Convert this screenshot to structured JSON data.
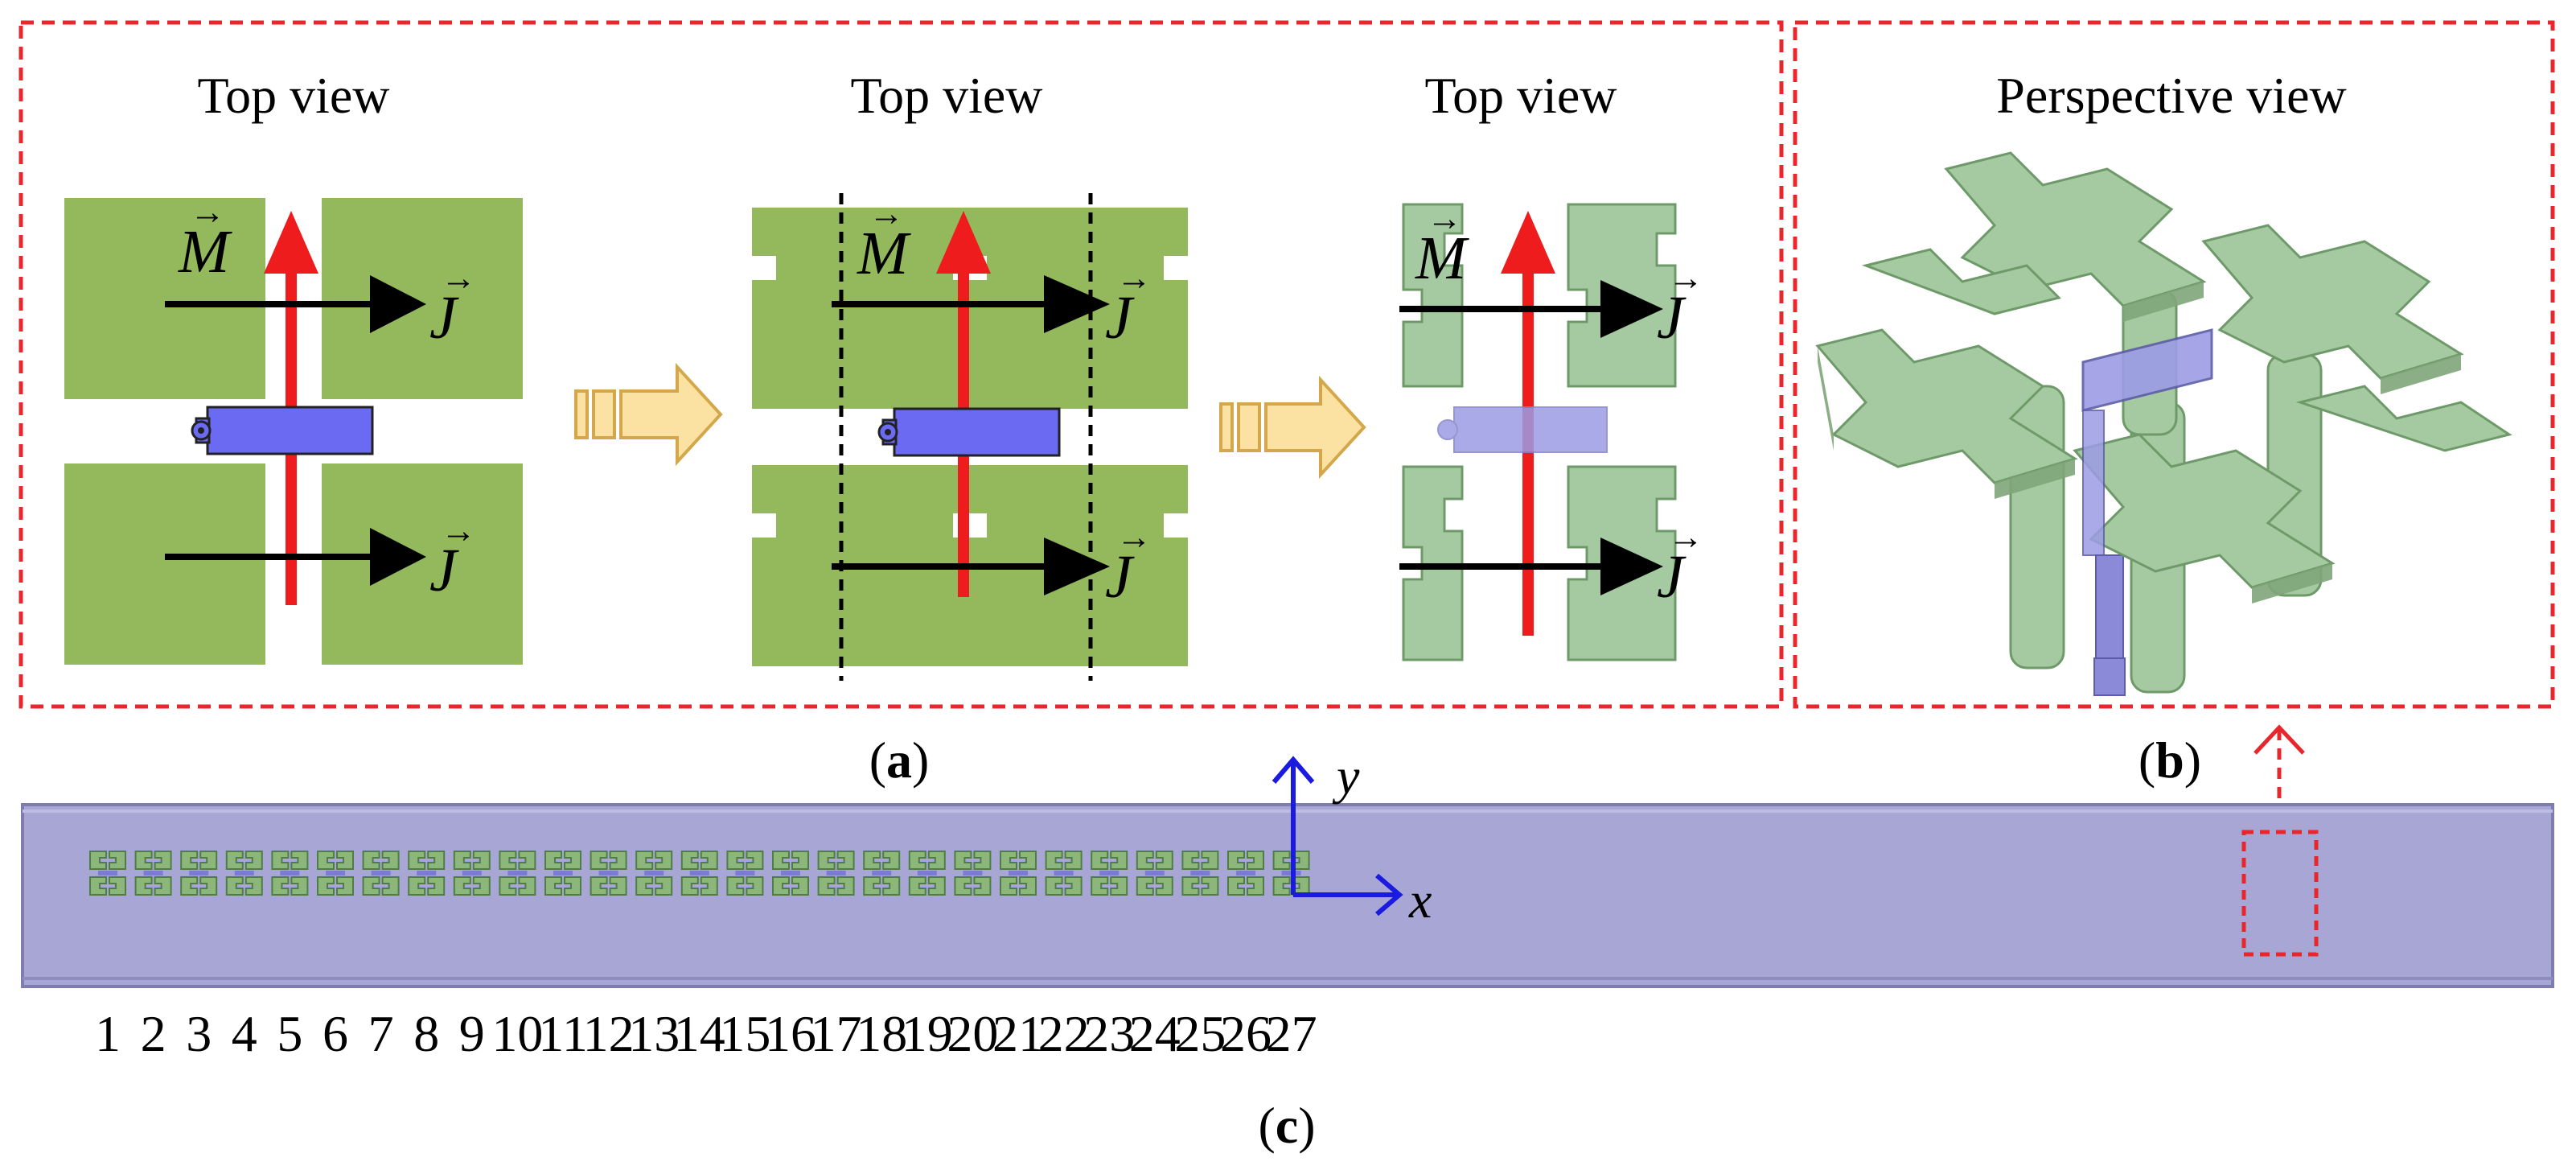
{
  "panel_a": {
    "views": [
      {
        "title": "Top view"
      },
      {
        "title": "Top view"
      },
      {
        "title": "Top view"
      }
    ],
    "caption_open": "(",
    "caption_letter": "a",
    "caption_close": ")",
    "symbol_M": "M",
    "symbol_J": "J",
    "vector_arrow": "→"
  },
  "panel_b": {
    "title": "Perspective view",
    "caption_open": "(",
    "caption_letter": "b",
    "caption_close": ")"
  },
  "panel_c": {
    "axis_x": "x",
    "axis_y": "y",
    "caption_open": "(",
    "caption_letter": "c",
    "caption_close": ")",
    "element_numbers": [
      "1",
      "2",
      "3",
      "4",
      "5",
      "6",
      "7",
      "8",
      "9",
      "10",
      "11",
      "12",
      "13",
      "14",
      "15",
      "16",
      "17",
      "18",
      "19",
      "20",
      "21",
      "22",
      "23",
      "24",
      "25",
      "26",
      "27"
    ],
    "highlighted_element": "25"
  },
  "colors": {
    "patch_green": "#94B95C",
    "pale_green": "#A5C9A0",
    "port_blue": "#6A6AF2",
    "port_blue_faded": "#9C9CE6",
    "substrate": "#A7A6D4",
    "dashed_red": "#E8262B",
    "arrow_red": "#EE1C1C",
    "arrow_black": "#000000",
    "block_arrow_fill": "#FCE2A2",
    "block_arrow_stroke": "#D4A84A",
    "axis_blue": "#1A1AE0"
  }
}
